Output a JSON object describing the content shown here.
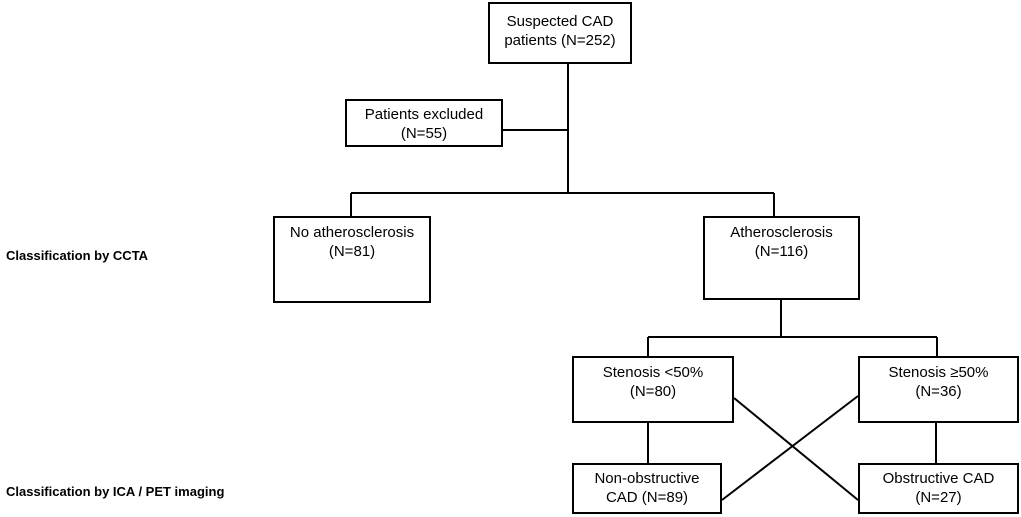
{
  "nodes": {
    "suspected": {
      "line1": "Suspected CAD",
      "line2": "patients (N=252)"
    },
    "excluded": {
      "line1": "Patients excluded",
      "line2": "(N=55)"
    },
    "no_athero": {
      "line1": "No atherosclerosis",
      "line2": "(N=81)"
    },
    "athero": {
      "line1": "Atherosclerosis",
      "line2": "(N=116)"
    },
    "sten_lt50": {
      "line1": "Stenosis <50%",
      "line2": "(N=80)"
    },
    "sten_ge50": {
      "line1": "Stenosis ≥50%",
      "line2": "(N=36)"
    },
    "nonobstructive": {
      "line1": "Non-obstructive",
      "line2": "CAD (N=89)"
    },
    "obstructive": {
      "line1": "Obstructive CAD",
      "line2": "(N=27)"
    }
  },
  "row_labels": {
    "ccta": "Classification by CCTA",
    "ica_pet": "Classification by ICA / PET imaging"
  },
  "colors": {
    "line": "#000000",
    "box_border": "#000000",
    "background": "#ffffff"
  }
}
